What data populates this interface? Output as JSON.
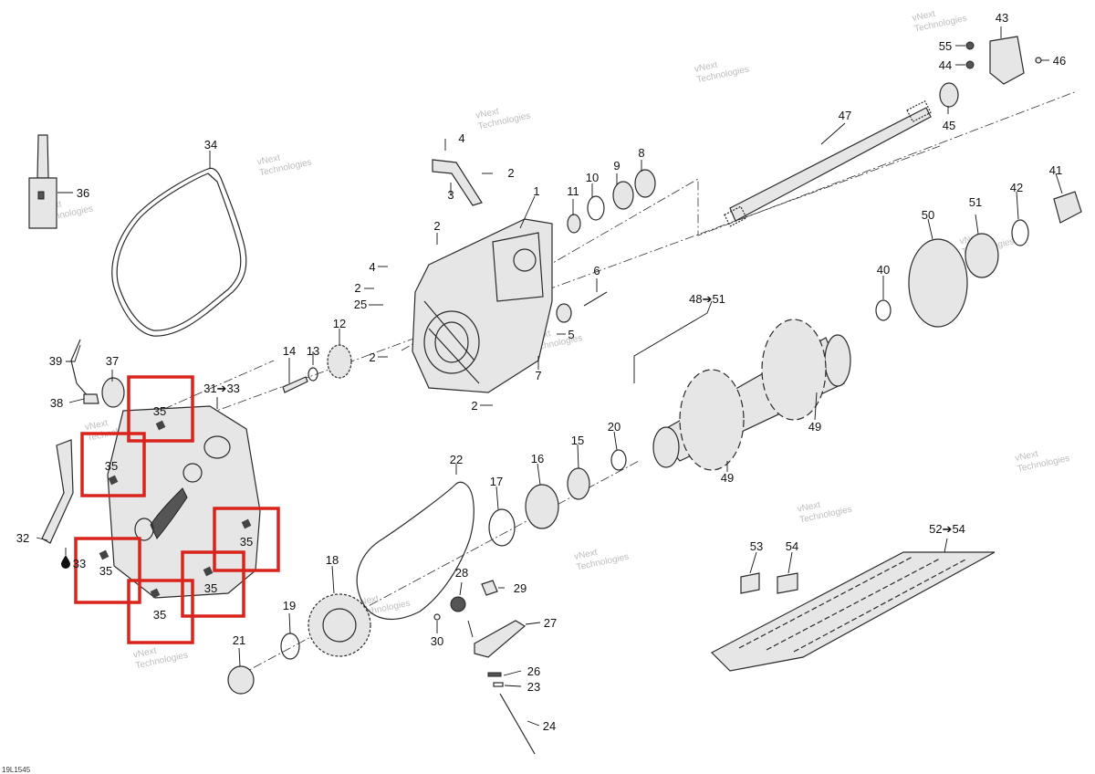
{
  "drawing_id": "19L1545",
  "watermark": [
    "vNext",
    "Technologies"
  ],
  "highlight_color": "#d9231c",
  "labels": {
    "p1": "1",
    "p2": "2",
    "p3": "3",
    "p4": "4",
    "p5": "5",
    "p6": "6",
    "p7": "7",
    "p8": "8",
    "p9": "9",
    "p10": "10",
    "p11": "11",
    "p12": "12",
    "p13": "13",
    "p14": "14",
    "p15": "15",
    "p16": "16",
    "p17": "17",
    "p18": "18",
    "p19": "19",
    "p20": "20",
    "p21": "21",
    "p22": "22",
    "p23": "23",
    "p24": "24",
    "p25": "25",
    "p26": "26",
    "p27": "27",
    "p28": "28",
    "p29": "29",
    "p30": "30",
    "p31_33": "31➔33",
    "p32": "32",
    "p33": "33",
    "p34": "34",
    "p35": "35",
    "p36": "36",
    "p37": "37",
    "p38": "38",
    "p39": "39",
    "p40": "40",
    "p41": "41",
    "p42": "42",
    "p43": "43",
    "p44": "44",
    "p45": "45",
    "p46": "46",
    "p47": "47",
    "p48_51": "48➔51",
    "p49": "49",
    "p50": "50",
    "p51": "51",
    "p52_54": "52➔54",
    "p53": "53",
    "p54": "54",
    "p55": "55"
  }
}
